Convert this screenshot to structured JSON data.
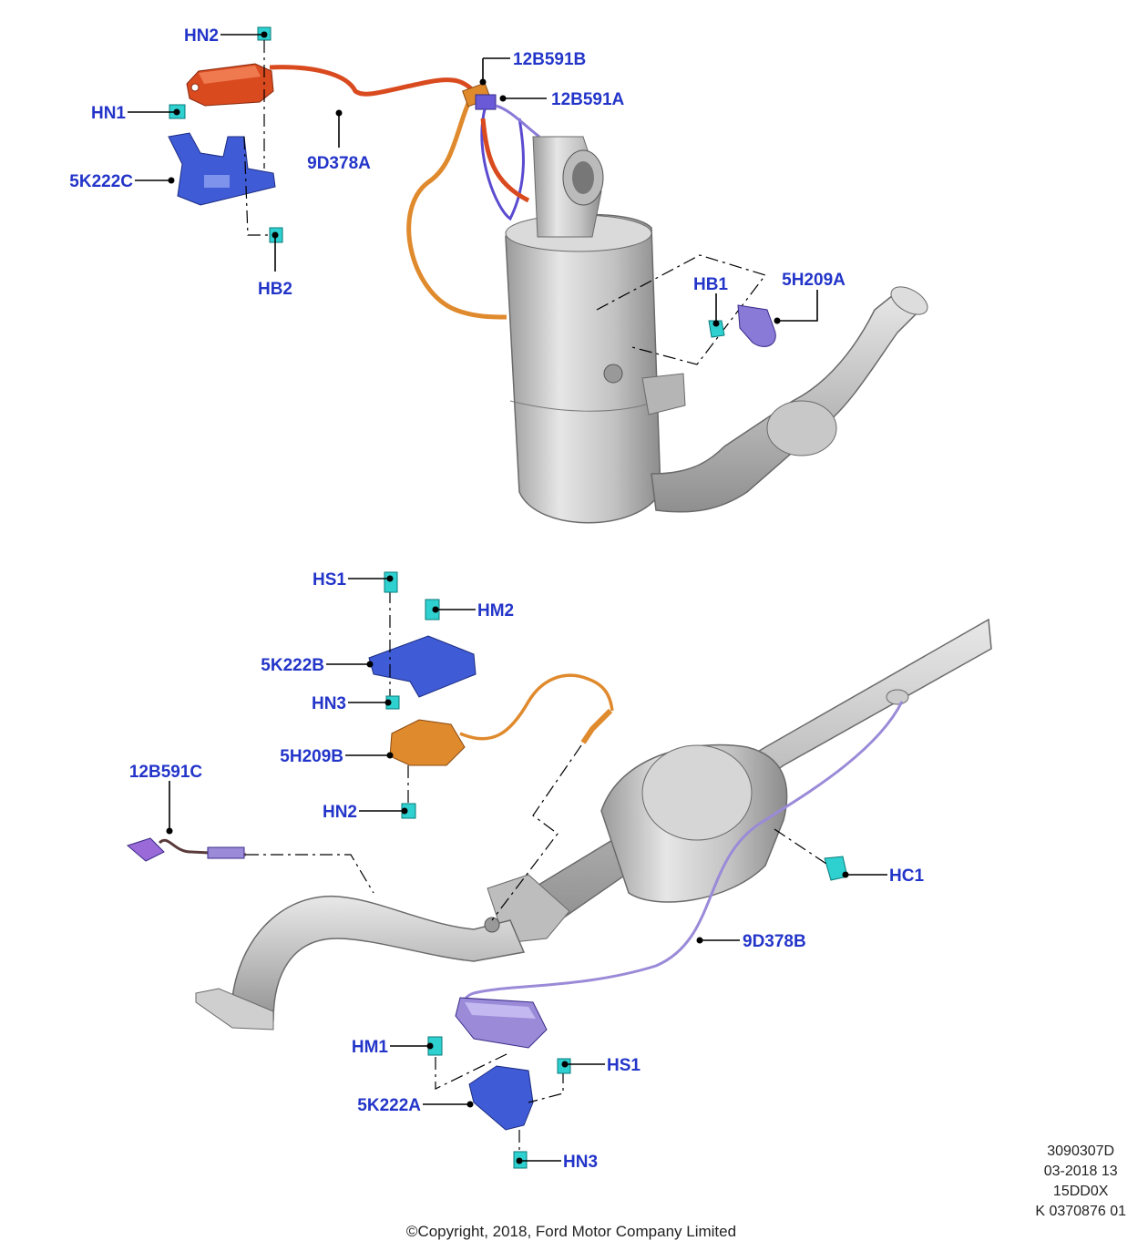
{
  "callouts": {
    "hn2_top": "HN2",
    "hn1": "HN1",
    "c5k222c": "5K222C",
    "hb2": "HB2",
    "c9d378a": "9D378A",
    "c12b591b": "12B591B",
    "c12b591a": "12B591A",
    "hb1": "HB1",
    "c5h209a": "5H209A",
    "hs1_top": "HS1",
    "hm2": "HM2",
    "c5k222b": "5K222B",
    "hn3_top": "HN3",
    "c5h209b": "5H209B",
    "hn2_bottom": "HN2",
    "c12b591c": "12B591C",
    "hc1": "HC1",
    "c9d378b": "9D378B",
    "hm1": "HM1",
    "hs1_bottom": "HS1",
    "c5k222a": "5K222A",
    "hn3_bottom": "HN3"
  },
  "meta": {
    "drawing_no": "3090307D",
    "date": "03-2018 13",
    "code": "15DD0X",
    "ref": "K 0370876 01"
  },
  "copyright": "©Copyright, 2018, Ford Motor Company Limited",
  "colors": {
    "callout": "#2335c9",
    "sensor_red": "#d94a1f",
    "harness_orange": "#e08a2e",
    "bracket_blue": "#3f5bd6",
    "fastener_cyan": "#2fd0d0",
    "sensor_violet": "#8a7ad8",
    "metal": "#c9c9c9"
  }
}
